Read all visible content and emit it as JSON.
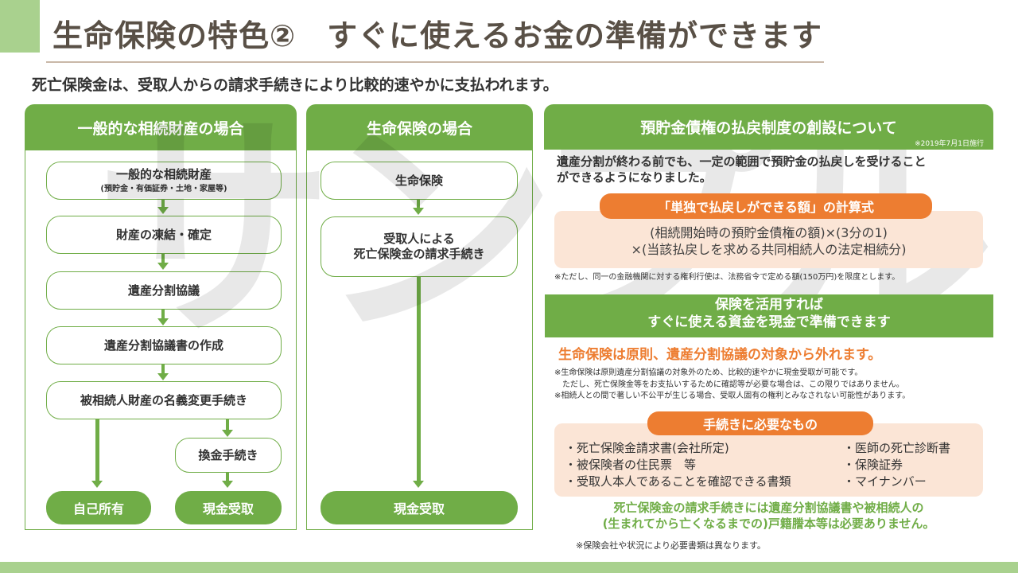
{
  "title": "生命保険の特色②　すぐに使えるお金の準備ができます",
  "lead": "死亡保険金は、受取人からの請求手続きにより比較的速やかに支払われます。",
  "watermark": "サンプル",
  "left_column": {
    "header": "一般的な相続財産の場合",
    "steps": [
      {
        "label": "一般的な相続財産",
        "sub": "(預貯金・有価証券・土地・家屋等)"
      },
      {
        "label": "財産の凍結・確定"
      },
      {
        "label": "遺産分割協議"
      },
      {
        "label": "遺産分割協議書の作成"
      },
      {
        "label": "被相続人財産の名義変更手続き"
      }
    ],
    "branch_step": "換金手続き",
    "final_left": "自己所有",
    "final_right": "現金受取"
  },
  "middle_column": {
    "header": "生命保険の場合",
    "steps": [
      {
        "label": "生命保険"
      },
      {
        "label": "受取人による",
        "label2": "死亡保険金の請求手続き"
      }
    ],
    "final": "現金受取"
  },
  "right_panel": {
    "header": "預貯金債権の払戻制度の創設について",
    "header_note": "※2019年7月1日施行",
    "intro_line1": "遺産分割が終わる前でも、一定の範囲で預貯金の払戻しを受けること",
    "intro_line2": "ができるようになりました。",
    "formula_pill": "「単独で払戻しができる額」の計算式",
    "formula_line1": "(相続開始時の預貯金債権の額)×(3分の1)",
    "formula_line2": "×(当該払戻しを求める共同相続人の法定相続分)",
    "formula_note": "※ただし、同一の金融機関に対する権利行使は、法務省令で定める額(150万円)を限度とします。",
    "insurance_head_line1": "保険を活用すれば",
    "insurance_head_line2": "すぐに使える資金を現金で準備できます",
    "insurance_highlight": "生命保険は原則、遺産分割協議の対象から外れます。",
    "insurance_notes": [
      "※生命保険は原則遺産分割協議の対象外のため、比較的速やかに現金受取が可能です。",
      "　ただし、死亡保険金等をお支払いするために確認等が必要な場合は、この限りではありません。",
      "※相続人との間で著しい不公平が生じる場合、受取人固有の権利とみなされない可能性があります。"
    ],
    "docs_pill": "手続きに必要なもの",
    "docs_left": [
      "・死亡保険金請求書(会社所定)",
      "・被保険者の住民票　等",
      "・受取人本人であることを確認できる書類"
    ],
    "docs_right": [
      "・医師の死亡診断書",
      "・保険証券",
      "・マイナンバー"
    ],
    "closing_line1": "死亡保険金の請求手続きには遺産分割協議書や被相続人の",
    "closing_line2": "(生まれてから亡くなるまでの)戸籍謄本等は必要ありません。",
    "closing_note": "※保険会社や状況により必要書類は異なります。"
  },
  "colors": {
    "green": "#70ad47",
    "light_green": "#a9d18e",
    "orange": "#ed7d31",
    "peach": "#fbe5d6",
    "title_brown": "#595046"
  }
}
